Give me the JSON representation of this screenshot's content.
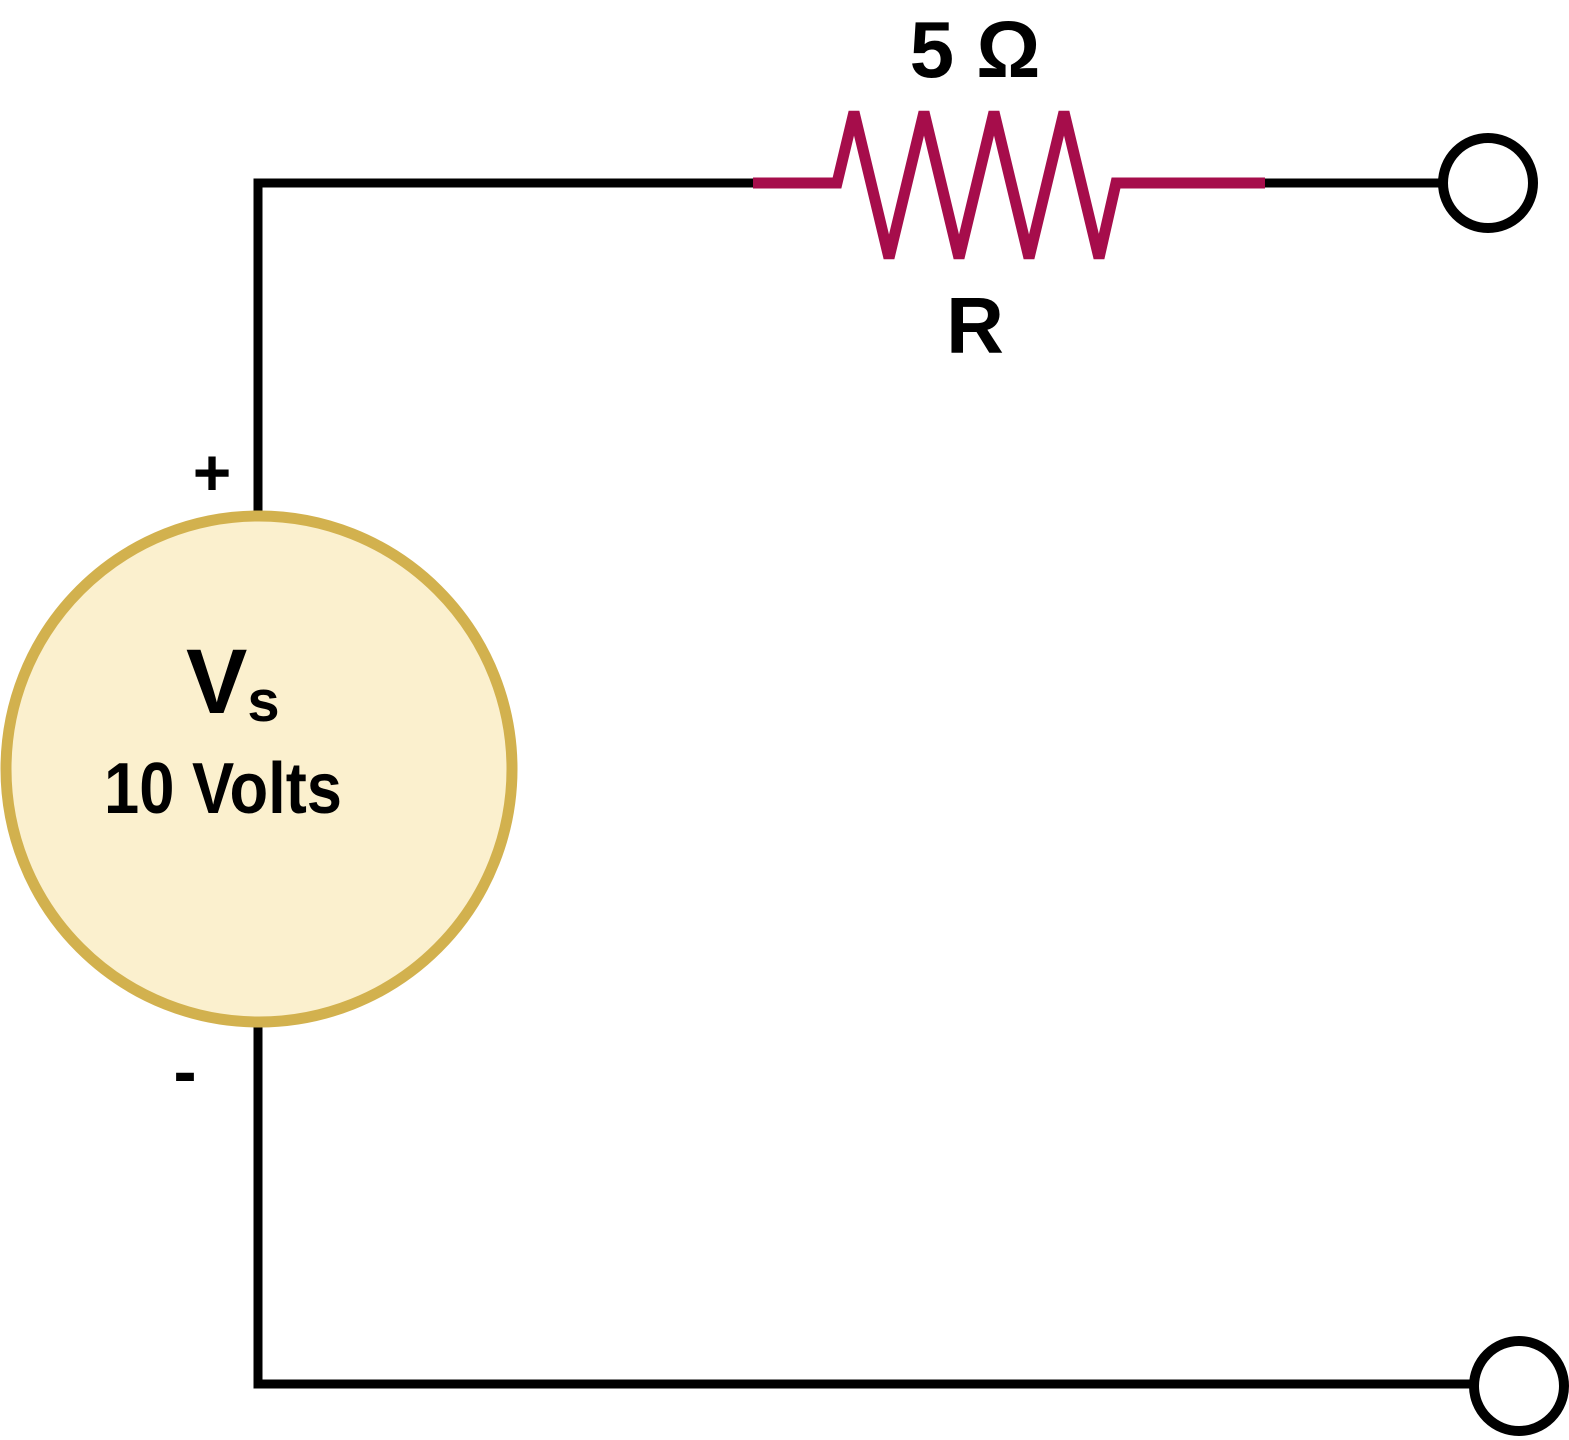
{
  "background_color": "#FFFFFF",
  "circuit": {
    "resistor": {
      "value_label": "5 Ω",
      "name_label": "R",
      "color": "#A60D4B"
    },
    "voltage_source": {
      "symbol_label": "V",
      "symbol_subscript": "s",
      "value_label": "10 Volts",
      "fill_color": "#FBF0CE",
      "border_color": "#D2B14E",
      "polarity_positive_label": "+",
      "polarity_negative_label": "-"
    },
    "labels_color": "#262626",
    "wire_color": "#000000",
    "terminal_color": "#000000"
  }
}
